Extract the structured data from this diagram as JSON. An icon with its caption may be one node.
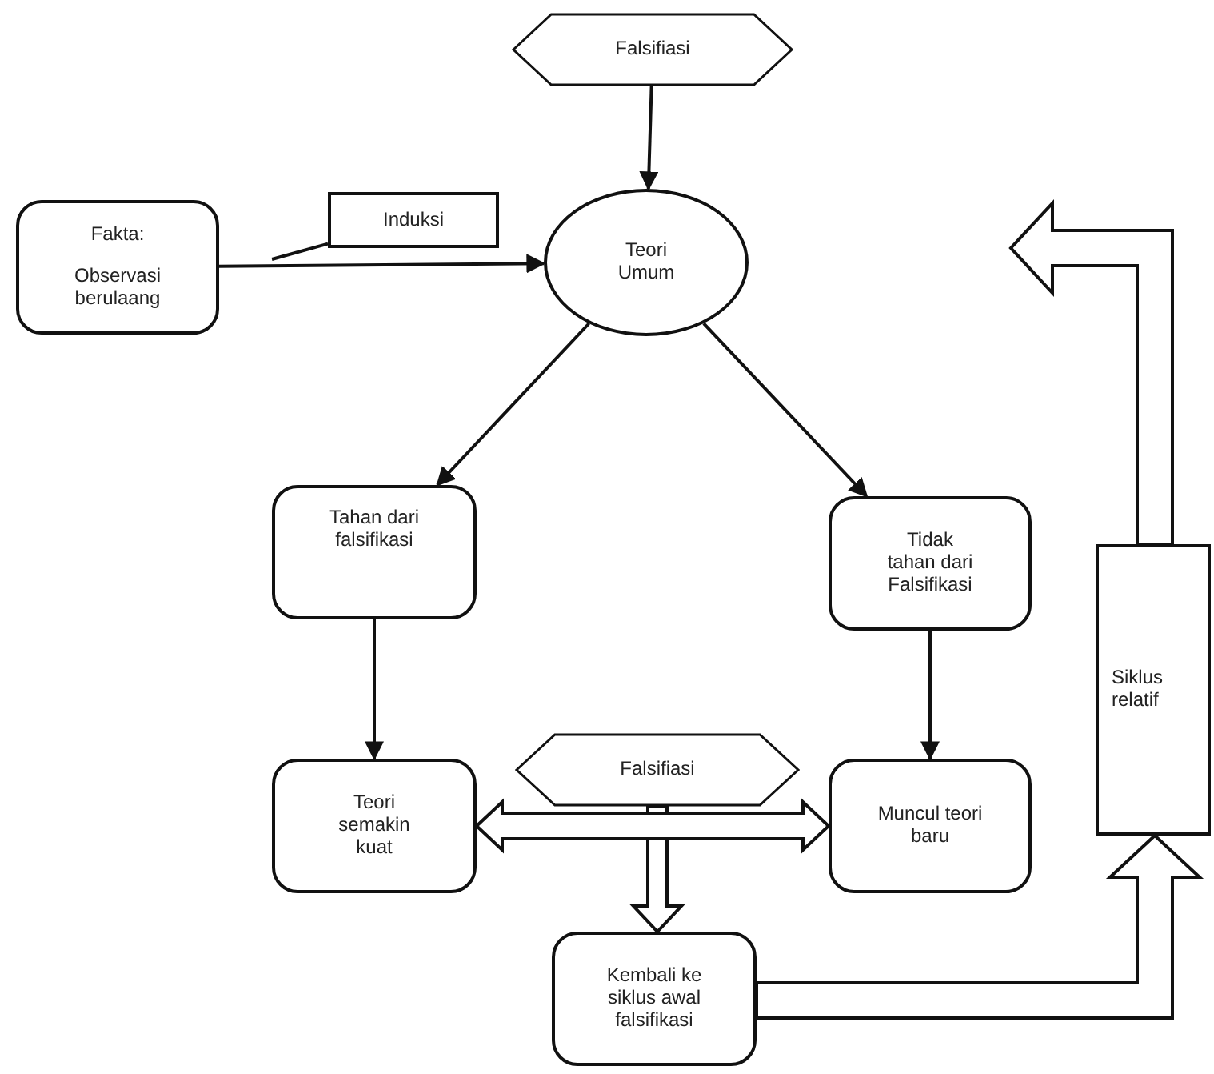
{
  "diagram": {
    "nodes": [
      {
        "text": [
          "Falsifiasi"
        ]
      },
      {
        "text": [
          "Fakta:",
          "Observasi berulaang"
        ]
      },
      {
        "text": [
          "Induksi"
        ]
      },
      {
        "text": [
          "Teori Umum"
        ]
      },
      {
        "text": [
          "Tahan dari falsifikasi"
        ]
      },
      {
        "text": [
          "Tidak tahan dari Falsifikasi"
        ]
      },
      {
        "text": [
          "Siklus relatif"
        ]
      },
      {
        "text": [
          "Teori semakin kuat"
        ]
      },
      {
        "text": [
          "Falsifiasi"
        ]
      },
      {
        "text": [
          "Muncul teori baru"
        ]
      },
      {
        "text": [
          "Kembali ke siklus awal falsifikasi"
        ]
      }
    ],
    "edges": [
      {
        "from": 0,
        "to": 3,
        "arrow": "to"
      },
      {
        "from": 1,
        "to": 3,
        "arrow": "to"
      },
      {
        "from": 2,
        "to": null,
        "arrow": "none"
      },
      {
        "from": 3,
        "to": 4,
        "arrow": "to"
      },
      {
        "from": 3,
        "to": 5,
        "arrow": "to"
      },
      {
        "from": 4,
        "to": 7,
        "arrow": "to"
      },
      {
        "from": 5,
        "to": 9,
        "arrow": "to"
      },
      {
        "from": 7,
        "to": 9,
        "arrow": "both",
        "style": "thick"
      },
      {
        "from": 8,
        "to": 10,
        "arrow": "to",
        "style": "thick"
      },
      {
        "from": 10,
        "to": 6,
        "arrow": "to",
        "style": "thick"
      },
      {
        "from": 6,
        "to": null,
        "arrow": "to",
        "style": "thick"
      }
    ]
  }
}
